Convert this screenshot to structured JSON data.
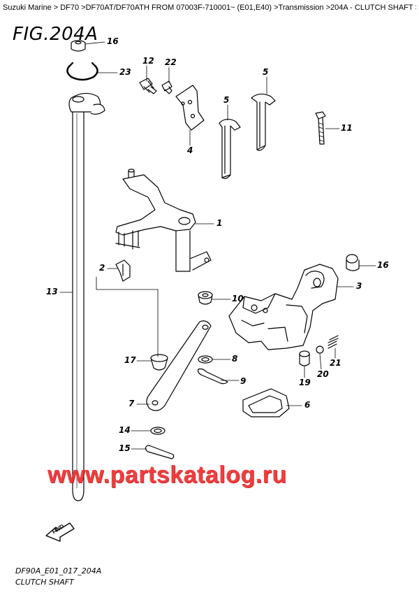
{
  "breadcrumb": "Suzuki Marine > DF70 >DF70AT/DF70ATH FROM 07003F-710001~ (E01,E40) >Transmission >204A - CLUTCH SHAFT >",
  "figure_title": "FIG.204A",
  "callouts": {
    "c1": "1",
    "c2": "2",
    "c3": "3",
    "c4": "4",
    "c5a": "5",
    "c5b": "5",
    "c6": "6",
    "c7": "7",
    "c8": "8",
    "c9": "9",
    "c10": "10",
    "c11": "11",
    "c12": "12",
    "c13": "13",
    "c14": "14",
    "c15": "15",
    "c16a": "16",
    "c16b": "16",
    "c17": "17",
    "c19": "19",
    "c20": "20",
    "c21": "21",
    "c22": "22",
    "c23": "23"
  },
  "fwd_label": "FWD",
  "watermark": "www.partskatalog.ru",
  "footer": {
    "code": "DF90A_E01_017_204A",
    "name": "CLUTCH SHAFT"
  }
}
